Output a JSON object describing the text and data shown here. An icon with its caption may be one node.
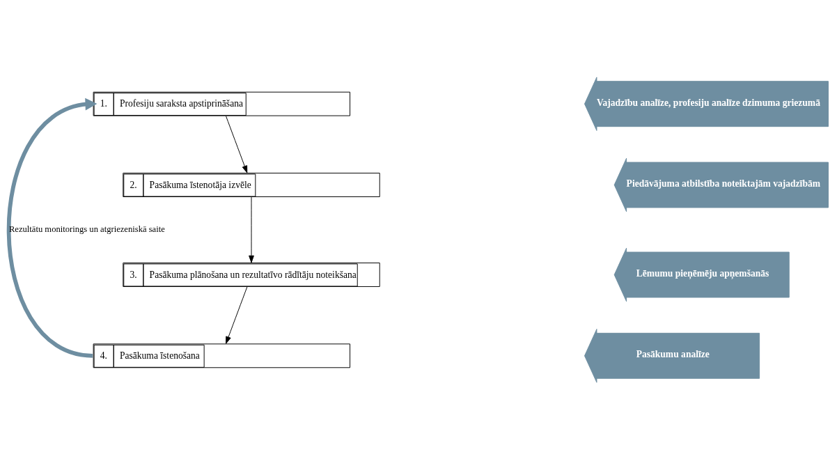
{
  "diagram": {
    "nodes": [
      {
        "text": [
          "1.",
          "Profesiju saraksta apstiprināšana"
        ]
      },
      {
        "text": [
          "2.",
          "Pasākuma īstenotāja izvēle"
        ]
      },
      {
        "text": [
          "3.",
          "Pasākuma plānošana un rezultatīvo rādītāju noteikšana"
        ]
      },
      {
        "text": [
          "4.",
          "Pasākuma īstenošana"
        ]
      },
      {
        "text": [
          "Vajadzību analīze, profesiju analīze dzimuma griezumā"
        ]
      },
      {
        "text": [
          "Piedāvājuma atbilstība noteiktajām vajadzībām"
        ]
      },
      {
        "text": [
          "Lēmumu pieņēmēju apņemšanās"
        ]
      },
      {
        "text": [
          "Pasākumu analīze"
        ]
      }
    ],
    "edges": [
      {
        "from": 0,
        "to": 1,
        "arrow": "to"
      },
      {
        "from": 1,
        "to": 2,
        "arrow": "to"
      },
      {
        "from": 2,
        "to": 3,
        "arrow": "to"
      },
      {
        "from": 3,
        "to": 0,
        "arrow": "to",
        "label": "Rezultātu monitorings un atgriezeniskā saite",
        "style": "thick",
        "color": "#6e8ea1"
      }
    ]
  }
}
